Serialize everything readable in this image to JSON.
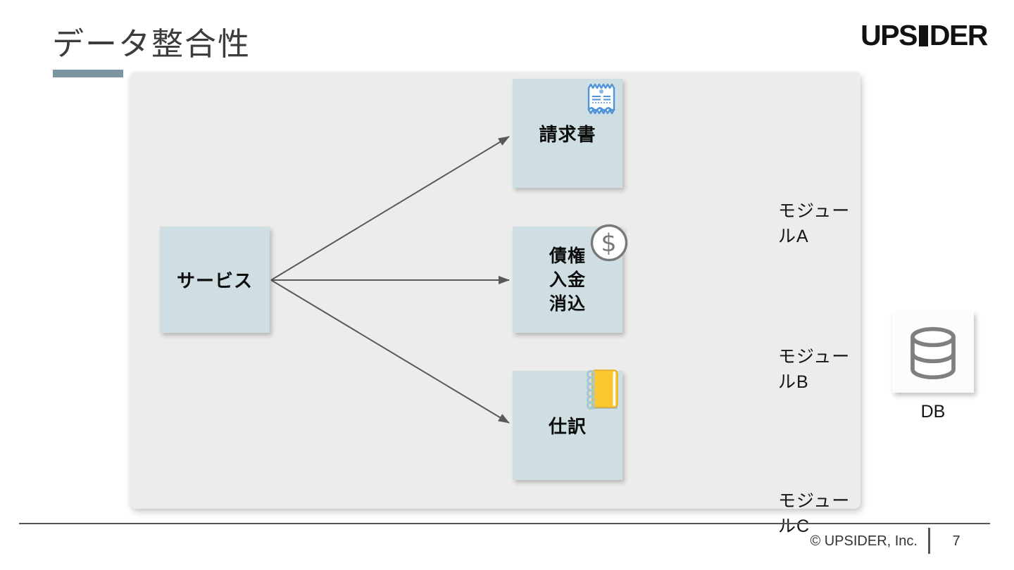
{
  "header": {
    "title": "データ整合性",
    "logo": {
      "full": "UPSIDER",
      "left": "UPS",
      "right": "DER"
    }
  },
  "diagram": {
    "source": {
      "label": "サービス"
    },
    "targets": [
      {
        "label": "請求書",
        "module": "モジュールA",
        "icon": "receipt-icon"
      },
      {
        "lines": [
          "債権",
          "入金",
          "消込"
        ],
        "module": "モジュールB",
        "icon": "dollar-coin-icon"
      },
      {
        "label": "仕訳",
        "module": "モジュールC",
        "icon": "ledger-notebook-icon"
      }
    ],
    "database": {
      "label": "DB",
      "icon": "database-icon"
    }
  },
  "footer": {
    "copyright": "© UPSIDER, Inc.",
    "page_number": "7"
  },
  "colors": {
    "accent_bar": "#7b94a2",
    "panel_fill": "#ececeb",
    "node_fill": "#cfdee3",
    "arrow": "#595959",
    "receipt_blue": "#4f93d8",
    "notebook_yellow": "#fcc62f",
    "coin_gray": "#787878",
    "db_gray": "#7f7f7f"
  }
}
